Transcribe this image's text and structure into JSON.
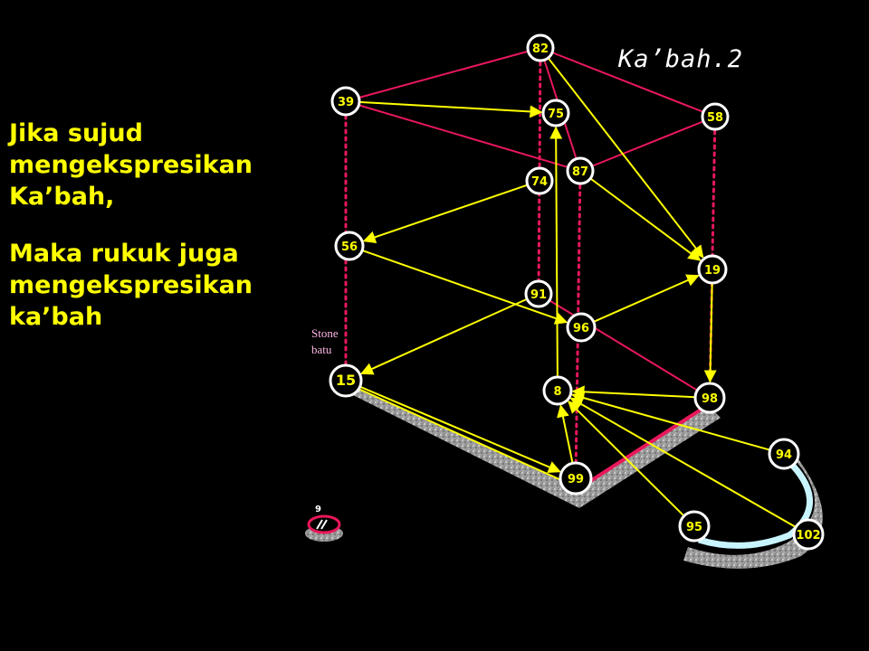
{
  "title": "Ka’bah.2",
  "text": {
    "line1": "Jika sujud mengekspresikan Ka’bah,",
    "line2": "Maka rukuk juga mengekspresikan ka’bah"
  },
  "stone_label": {
    "line1": "Stone",
    "line2": "batu"
  },
  "small_marker_label": "9",
  "colors": {
    "background": "#000000",
    "text_highlight": "#ffff00",
    "edge": "#e8185a",
    "arrow": "#ffff00",
    "node_border": "#ffffff",
    "node_text": "#ffff00",
    "hijr_wall": "#c8f4ff"
  },
  "nodes": [
    {
      "id": "82",
      "label": "82"
    },
    {
      "id": "39",
      "label": "39"
    },
    {
      "id": "75",
      "label": "75"
    },
    {
      "id": "58",
      "label": "58"
    },
    {
      "id": "87",
      "label": "87"
    },
    {
      "id": "74",
      "label": "74"
    },
    {
      "id": "56",
      "label": "56"
    },
    {
      "id": "19",
      "label": "19"
    },
    {
      "id": "91",
      "label": "91"
    },
    {
      "id": "96",
      "label": "96"
    },
    {
      "id": "15",
      "label": "15"
    },
    {
      "id": "8",
      "label": "8"
    },
    {
      "id": "98",
      "label": "98"
    },
    {
      "id": "99",
      "label": "99"
    },
    {
      "id": "94",
      "label": "94"
    },
    {
      "id": "95",
      "label": "95"
    },
    {
      "id": "102",
      "label": "102"
    }
  ],
  "edges_solid": [
    [
      "82",
      "39"
    ],
    [
      "82",
      "58"
    ],
    [
      "82",
      "87"
    ],
    [
      "39",
      "87"
    ],
    [
      "58",
      "87"
    ],
    [
      "91",
      "98"
    ]
  ],
  "edges_dotted": [
    [
      "82",
      "91"
    ],
    [
      "39",
      "15"
    ],
    [
      "58",
      "98"
    ],
    [
      "87",
      "99"
    ]
  ],
  "arrows": [
    [
      "39",
      "75"
    ],
    [
      "82",
      "19"
    ],
    [
      "87",
      "19"
    ],
    [
      "74",
      "56"
    ],
    [
      "56",
      "96"
    ],
    [
      "96",
      "19"
    ],
    [
      "91",
      "15"
    ],
    [
      "19",
      "98"
    ],
    [
      "8",
      "75"
    ],
    [
      "98",
      "8"
    ],
    [
      "15",
      "99"
    ],
    [
      "99",
      "8"
    ],
    [
      "94",
      "8"
    ],
    [
      "102",
      "8"
    ],
    [
      "95",
      "8"
    ]
  ]
}
